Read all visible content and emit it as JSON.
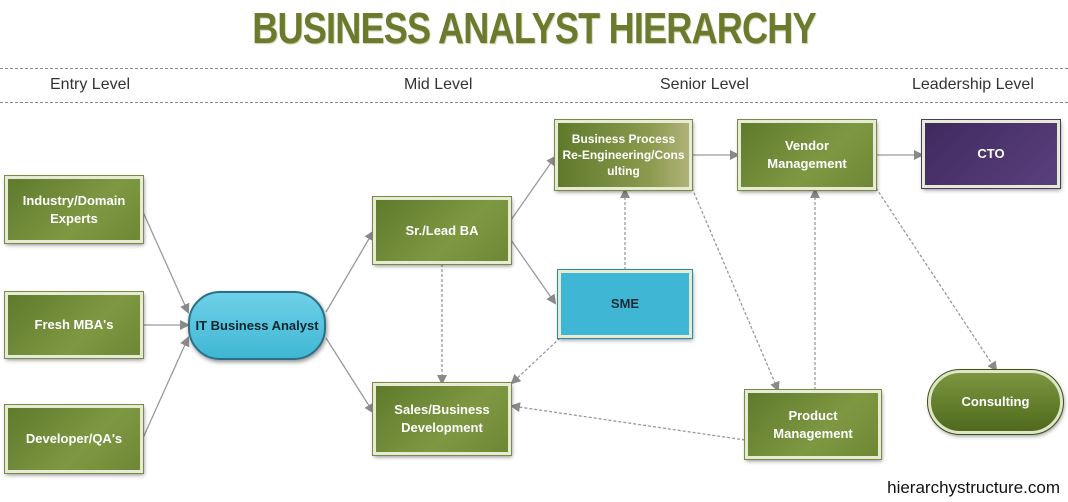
{
  "title": "BUSINESS ANALYST HIERARCHY",
  "levels": {
    "entry": "Entry Level",
    "mid": "Mid Level",
    "senior": "Senior Level",
    "leadership": "Leadership Level"
  },
  "nodes": {
    "industry": "Industry/Domain\nExperts",
    "mba": "Fresh MBA's",
    "developer": "Developer/QA's",
    "it_ba": "IT Business Analyst",
    "sr_lead": "Sr./Lead BA",
    "sales": "Sales/Business\nDevelopment",
    "bpr": "Business Process\nRe-Engineering/Cons\nulting",
    "sme": "SME",
    "vendor": "Vendor\nManagement",
    "product": "Product\nManagement",
    "cto": "CTO",
    "consulting": "Consulting"
  },
  "colors": {
    "title": "#6b7a2c",
    "green": "#6d8735",
    "purple": "#4a3370",
    "blue": "#3fb7d4"
  },
  "credit": "hierarchystructure.com"
}
